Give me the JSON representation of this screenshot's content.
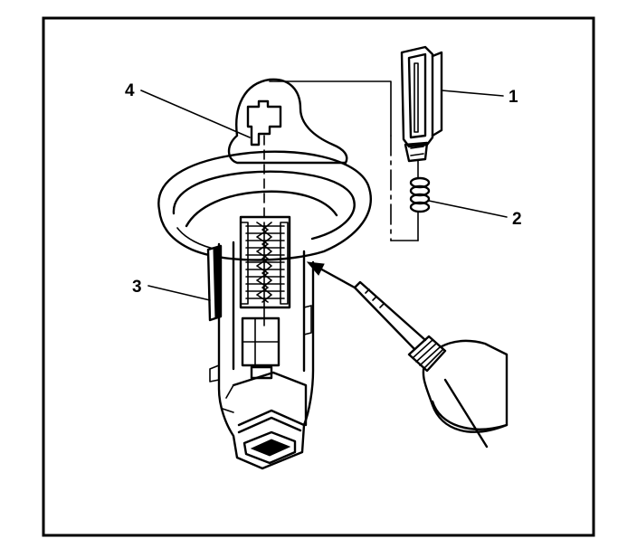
{
  "figure": {
    "callouts": {
      "c1": "1",
      "c2": "2",
      "c3": "3",
      "c4": "4"
    }
  },
  "colors": {
    "ink": "#000000",
    "paper": "#ffffff"
  },
  "icons": {
    "part1": "key-icon",
    "part2": "spring-icon",
    "part3": "retainer-clip-icon",
    "part4": "lock-tumbler-icon",
    "tool": "lubricant-tube-icon"
  }
}
